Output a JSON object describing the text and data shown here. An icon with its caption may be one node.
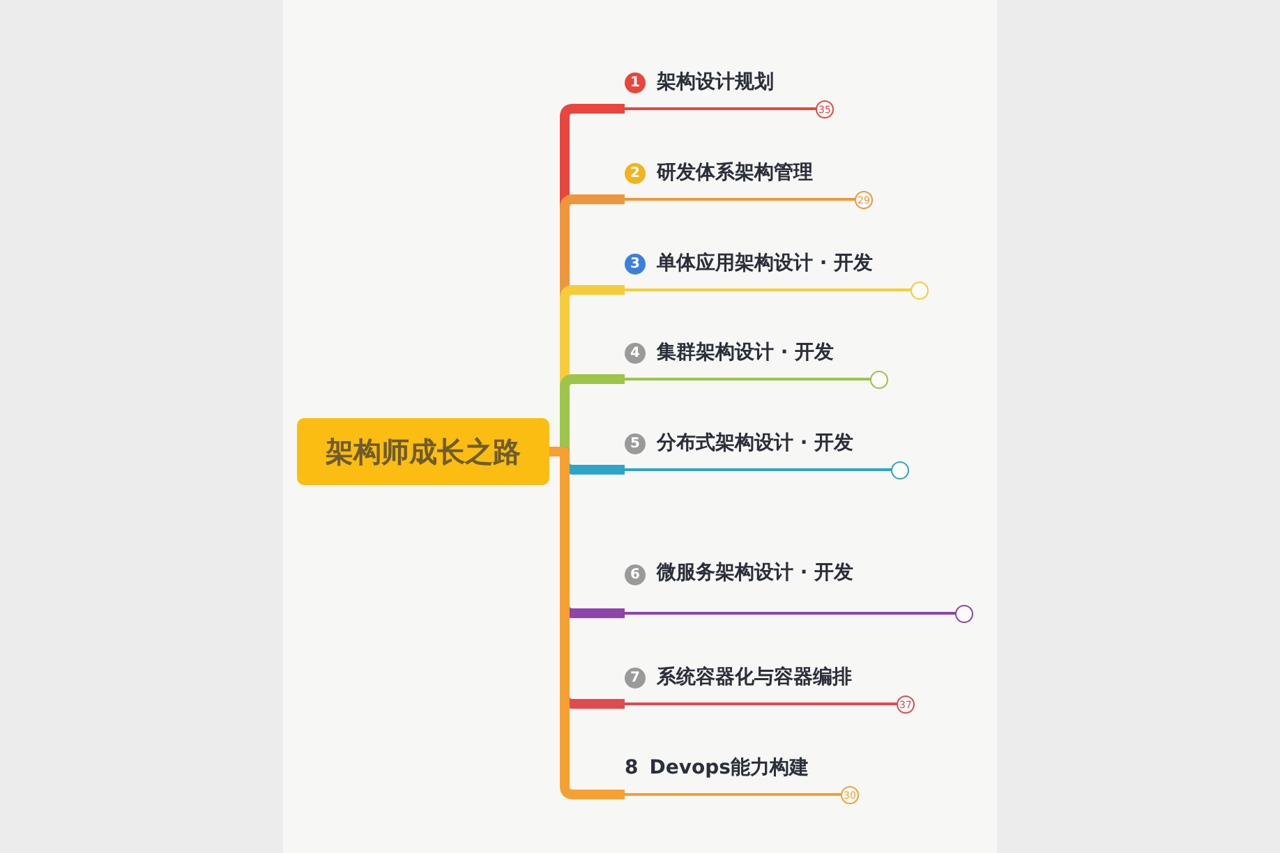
{
  "diagram": {
    "nodes": [
      {
        "text": [
          "架构师成长之路"
        ]
      },
      {
        "text": [
          "1",
          "架构设计规划"
        ],
        "beside": [
          "35"
        ]
      },
      {
        "text": [
          "2",
          "研发体系架构管理"
        ],
        "beside": [
          "29"
        ]
      },
      {
        "text": [
          "3",
          "单体应用架构设计 · 开发"
        ]
      },
      {
        "text": [
          "4",
          "集群架构设计 · 开发"
        ]
      },
      {
        "text": [
          "5",
          "分布式架构设计 · 开发"
        ]
      },
      {
        "text": [
          "6",
          "微服务架构设计 · 开发"
        ]
      },
      {
        "text": [
          "7",
          "系统容器化与容器编排"
        ],
        "beside": [
          "37"
        ]
      },
      {
        "text": [
          "8",
          "Devops能力构建"
        ],
        "beside": [
          "30"
        ]
      }
    ],
    "edges": [
      {
        "from": 0,
        "to": 1,
        "arrow": "none",
        "color": "#e8463e"
      },
      {
        "from": 0,
        "to": 2,
        "arrow": "none",
        "color": "#f0963a"
      },
      {
        "from": 0,
        "to": 3,
        "arrow": "none",
        "color": "#f7cc3a"
      },
      {
        "from": 0,
        "to": 4,
        "arrow": "none",
        "color": "#9cc54a"
      },
      {
        "from": 0,
        "to": 5,
        "arrow": "none",
        "color": "#2ba6c8"
      },
      {
        "from": 0,
        "to": 6,
        "arrow": "none",
        "color": "#8e44ad"
      },
      {
        "from": 0,
        "to": 7,
        "arrow": "none",
        "color": "#e04a50"
      },
      {
        "from": 0,
        "to": 8,
        "arrow": "none",
        "color": "#f5a030"
      }
    ]
  }
}
